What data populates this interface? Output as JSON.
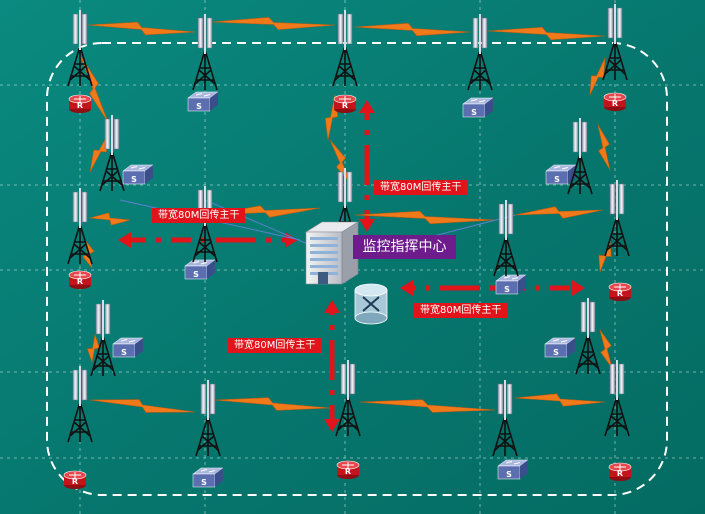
{
  "center": {
    "title": "监控指挥中心"
  },
  "backhaul_labels": [
    "带宽80M回传主干",
    "带宽80M回传主干",
    "带宽80M回传主干",
    "带宽80M回传主干"
  ],
  "device_letters": {
    "router": "R",
    "switch": "S"
  },
  "colors": {
    "background": "#0a7d74",
    "label_bg": "#e0141a",
    "center_label_bg": "#6e1b8c",
    "arrow": "#e0141a",
    "lightning": "#f07a1a",
    "router": "#c4141b",
    "switch": "#5b6fb0",
    "boundary": "#ffffff"
  }
}
